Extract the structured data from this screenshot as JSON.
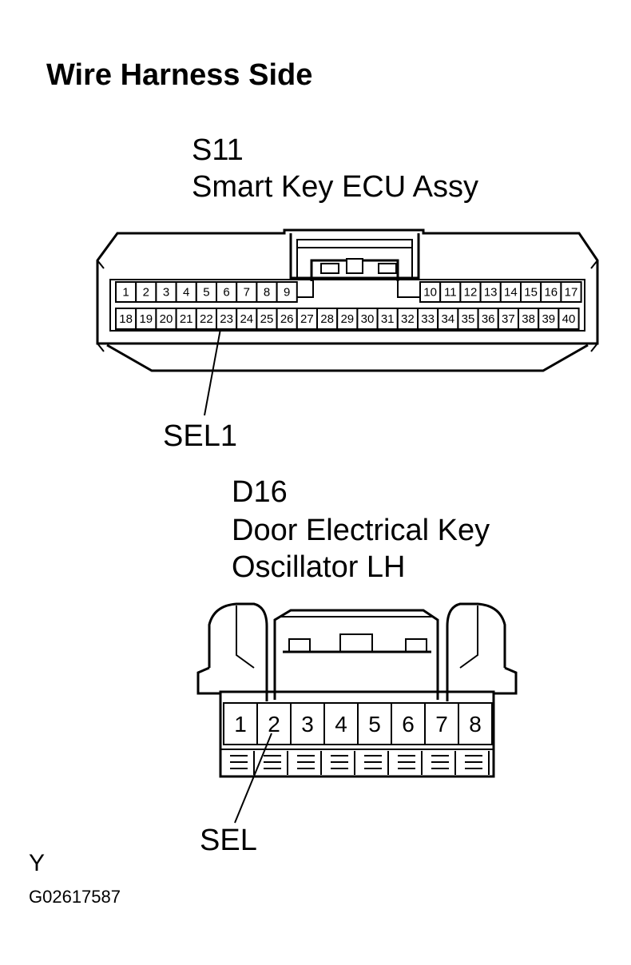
{
  "title": "Wire Harness Side",
  "connector_a": {
    "code": "S11",
    "name": "Smart Key ECU Assy",
    "pins_top_left": [
      "1",
      "2",
      "3",
      "4",
      "5",
      "6",
      "7",
      "8",
      "9"
    ],
    "pins_top_right": [
      "10",
      "11",
      "12",
      "13",
      "14",
      "15",
      "16",
      "17"
    ],
    "pins_bottom": [
      "18",
      "19",
      "20",
      "21",
      "22",
      "23",
      "24",
      "25",
      "26",
      "27",
      "28",
      "29",
      "30",
      "31",
      "32",
      "33",
      "34",
      "35",
      "36",
      "37",
      "38",
      "39",
      "40"
    ],
    "callout_label": "SEL1",
    "callout_pin": "23"
  },
  "connector_b": {
    "code": "D16",
    "name_line1": "Door Electrical Key",
    "name_line2": "Oscillator LH",
    "pins": [
      "1",
      "2",
      "3",
      "4",
      "5",
      "6",
      "7",
      "8"
    ],
    "callout_label": "SEL",
    "callout_pin": "2"
  },
  "footer": {
    "mark": "Y",
    "figure_id": "G02617587"
  }
}
